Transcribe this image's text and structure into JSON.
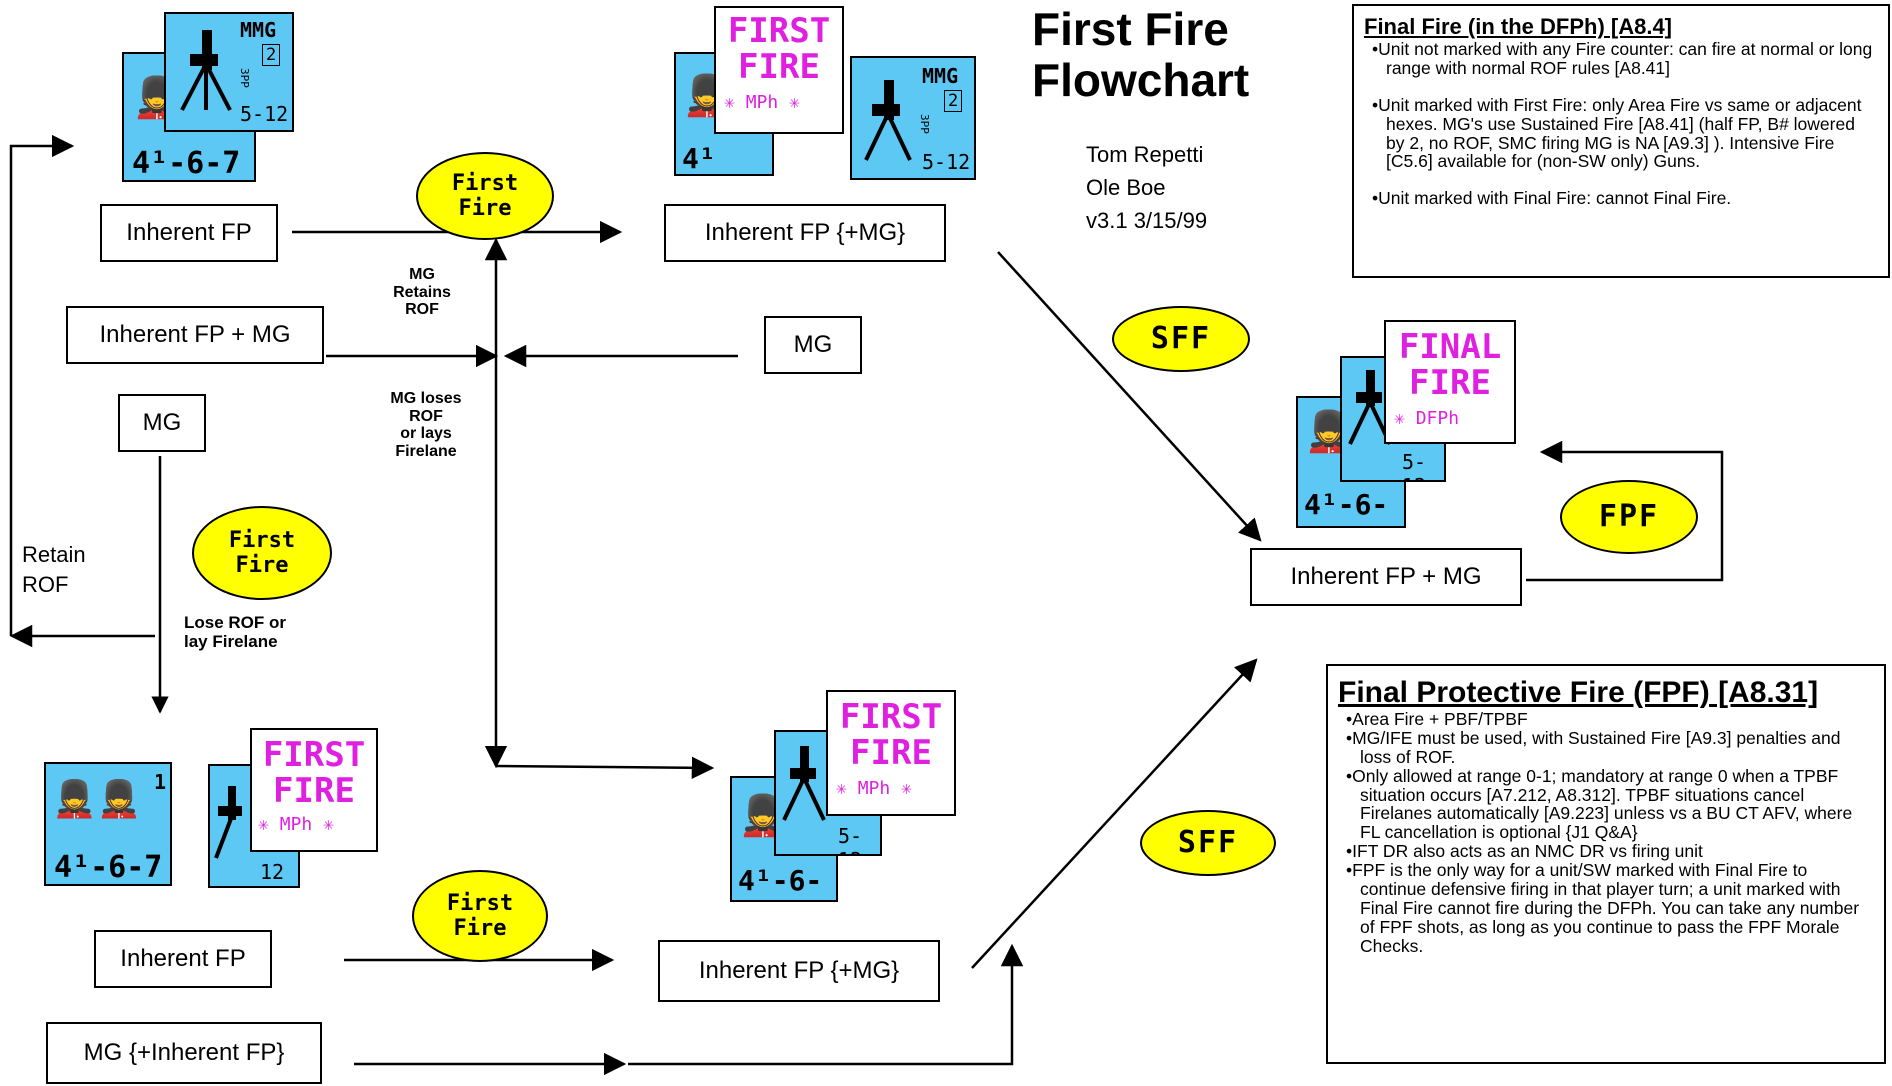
{
  "title": [
    "First Fire",
    "Flowchart"
  ],
  "authors": [
    "Tom Repetti",
    "Ole Boe",
    "v3.1   3/15/99"
  ],
  "boxes": {
    "top_inherent": "Inherent FP",
    "top_inherent_mg": "Inherent FP {+MG}",
    "mid_inherent_plus_mg": "Inherent FP + MG",
    "mid_mg": "MG",
    "left_mg": "MG",
    "right_inherent_plus_mg": "Inherent FP + MG",
    "bottom_inherent": "Inherent FP",
    "bottom_inherent_mg": "Inherent FP {+MG}",
    "bottom_mg_inherent": "MG {+Inherent FP}"
  },
  "ovals": {
    "first_fire": [
      "First",
      "Fire"
    ],
    "sff": "SFF",
    "fpf": "FPF"
  },
  "labels": {
    "mg_retains": [
      "MG",
      "Retains",
      "ROF"
    ],
    "mg_loses": [
      "MG loses",
      "ROF",
      "or lays",
      "Firelane"
    ],
    "retain_rof": [
      "Retain",
      "ROF"
    ],
    "lose_rof": [
      "Lose ROF or",
      "lay Firelane"
    ]
  },
  "counters": {
    "squad": "4¹-6-7",
    "squad_first": "4¹",
    "squad_second": "6",
    "squad_third": "7",
    "mmg_label": "MMG",
    "mmg_num": "2",
    "mmg_fp": "5-12",
    "mmg_fp_a": "5-",
    "mmg_fp_b": "12",
    "mmg_side": "3PP",
    "leader_num": "1",
    "first_fire_marker": [
      "FIRST",
      "FIRE"
    ],
    "final_fire_marker": [
      "FINAL",
      "FIRE"
    ],
    "mph": "MPh",
    "dfph": "DFPh"
  },
  "final_fire_panel": {
    "heading": "Final Fire (in the DFPh) [A8.4]",
    "items": [
      "Unit not marked with any Fire counter: can fire at normal or long range with normal ROF rules [A8.41]",
      "Unit marked with First Fire: only Area Fire vs same or adjacent hexes. MG's use Sustained Fire [A8.41] (half FP, B# lowered by 2, no ROF, SMC firing MG is  NA [A9.3] ). Intensive Fire [C5.6] available for (non-SW only) Guns.",
      "Unit marked with Final Fire: cannot Final Fire."
    ]
  },
  "fpf_panel": {
    "heading": "Final Protective Fire (FPF) [A8.31]",
    "items": [
      "Area Fire + PBF/TPBF",
      "MG/IFE must be used, with Sustained Fire [A9.3] penalties and loss of ROF.",
      "Only allowed at range 0-1; mandatory at range 0 when a TPBF situation occurs [A7.212, A8.312]. TPBF situations cancel Firelanes automatically [A9.223] unless vs a BU CT AFV, where FL cancellation is optional {J1 Q&A}",
      "IFT DR also acts as an NMC DR vs  firing unit",
      "FPF is the only way for a unit/SW marked with Final Fire to continue defensive firing in that player turn; a unit marked with Final Fire cannot fire during the DFPh. You can take any number of FPF shots, as long as you continue to pass the FPF Morale Checks."
    ]
  },
  "colors": {
    "counter_blue": "#5ec8f4",
    "oval_yellow": "#ffff00",
    "marker_magenta": "#e020e0"
  }
}
